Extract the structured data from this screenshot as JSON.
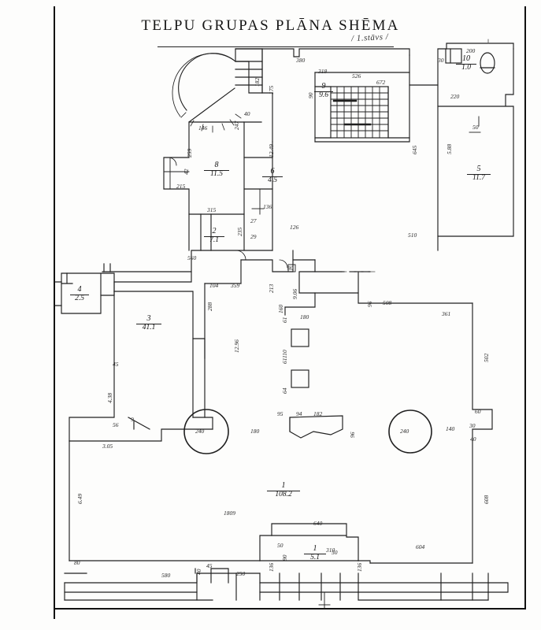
{
  "document": {
    "title": "TELPU  GRUPAS  PLĀNA  SHĒMA",
    "subtitle": "/ 1.stāvs /",
    "type": "architectural-floor-plan",
    "language": "lv"
  },
  "rooms": [
    {
      "id": "r1",
      "number": "1",
      "area": "108.2",
      "name": "main-hall"
    },
    {
      "id": "r2",
      "number": "2",
      "area": "7.1",
      "name": "room-2"
    },
    {
      "id": "r3",
      "number": "3",
      "area": "41.1",
      "name": "room-3"
    },
    {
      "id": "r4",
      "number": "4",
      "area": "2.5",
      "name": "room-4"
    },
    {
      "id": "r5",
      "number": "5",
      "area": "11.7",
      "name": "room-5"
    },
    {
      "id": "r6",
      "number": "6",
      "area": "4.5",
      "name": "room-6"
    },
    {
      "id": "r8",
      "number": "8",
      "area": "11.5",
      "name": "room-8"
    },
    {
      "id": "r9",
      "number": "9",
      "area": "9.6",
      "name": "room-9"
    },
    {
      "id": "r10",
      "number": "10",
      "area": "1.0",
      "name": "room-10-wc"
    },
    {
      "id": "r11",
      "number": "1",
      "area": "5.1",
      "name": "room-bottom"
    }
  ],
  "columns": [
    {
      "id": "c1",
      "label": "240",
      "shape": "circle"
    },
    {
      "id": "c2",
      "label": "240",
      "shape": "circle"
    },
    {
      "id": "c3",
      "label": "61",
      "shape": "square"
    },
    {
      "id": "c4",
      "label": "61",
      "shape": "square"
    }
  ],
  "dimensions": {
    "top": [
      "182",
      "175",
      "380",
      "318",
      "526",
      "672",
      "200"
    ],
    "bottom": [
      "80",
      "580",
      "40",
      "45",
      "250",
      "136",
      "90",
      "50",
      "136",
      "604"
    ],
    "left": [
      "45",
      "4.38",
      "56",
      "9",
      "3.05",
      "6.49"
    ],
    "right": [
      "220",
      "50",
      "5.88",
      "645",
      "510",
      "361",
      "502",
      "60",
      "30",
      "40",
      "608"
    ],
    "interior": [
      "146",
      "259",
      "40",
      "247",
      "12.49",
      "315",
      "235",
      "136",
      "560",
      "104",
      "359",
      "213",
      "160",
      "180",
      "110",
      "64",
      "96",
      "180",
      "95",
      "94",
      "182",
      "96",
      "140",
      "12.96",
      "1809",
      "508",
      "288",
      "42",
      "215",
      "27",
      "126",
      "29",
      "90",
      "30",
      "640",
      "50",
      "310",
      "80",
      "9.06"
    ]
  },
  "colors": {
    "ink": "#1b1b1b",
    "paper": "#fdfdfc",
    "line": "#222222"
  }
}
